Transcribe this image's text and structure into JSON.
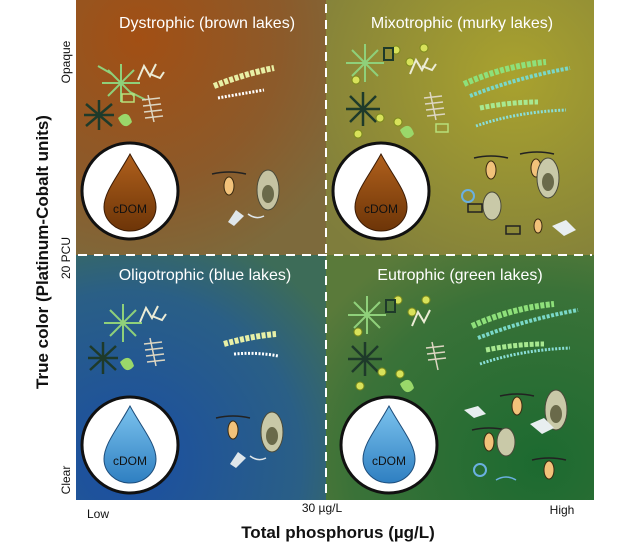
{
  "quadrants": {
    "dystrophic": "Dystrophic (brown lakes)",
    "mixotrophic": "Mixotrophic (murky lakes)",
    "oligotrophic": "Oligotrophic (blue lakes)",
    "eutrophic": "Eutrophic (green lakes)"
  },
  "cdom_label": "cDOM",
  "axes": {
    "y_title": "True color (Platinum-Cobalt units)",
    "y_top": "Opaque",
    "y_mid": "20 PCU",
    "y_bottom": "Clear",
    "x_title": "Total phosphorus (µg/L)",
    "x_low": "Low",
    "x_mid": "30 µg/L",
    "x_high": "High"
  },
  "colors": {
    "brown": "#a0521c",
    "olive": "#a09a2e",
    "blue": "#1d55a6",
    "green": "#1f6b32",
    "cdom_brown": "#8a4a10",
    "cdom_blue": "#3c95d3"
  }
}
